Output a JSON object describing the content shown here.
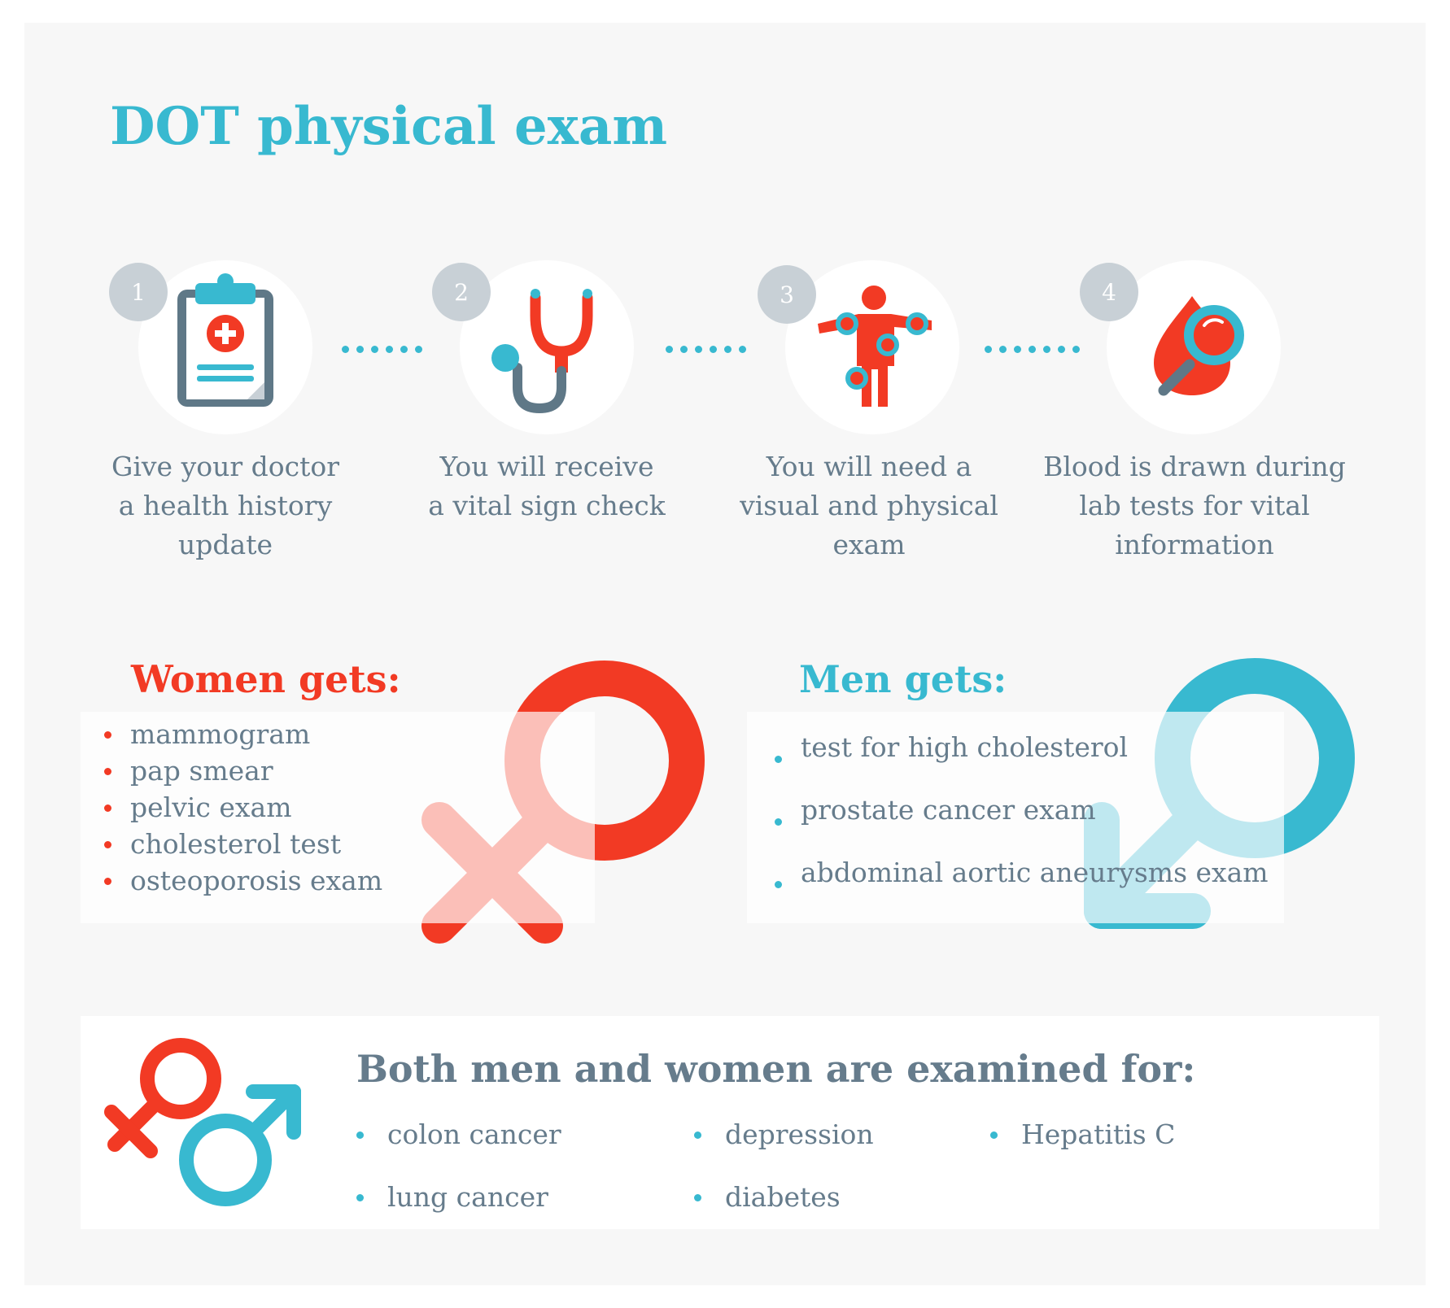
{
  "title": "DOT physical exam",
  "steps": [
    {
      "number": "1",
      "text_lines": [
        "Give your doctor",
        "a health history",
        "update"
      ],
      "icon": "clipboard-icon"
    },
    {
      "number": "2",
      "text_lines": [
        "You will receive",
        "a vital sign check"
      ],
      "icon": "stethoscope-icon"
    },
    {
      "number": "3",
      "text_lines": [
        "You will need a",
        "visual and physical",
        "exam"
      ],
      "icon": "body-exam-icon"
    },
    {
      "number": "4",
      "text_lines": [
        "Blood is drawn during",
        "lab tests for vital",
        "information"
      ],
      "icon": "blood-drop-magnifier-icon"
    }
  ],
  "women": {
    "heading": "Women gets:",
    "items": [
      "mammogram",
      "pap smear",
      "pelvic exam",
      "cholesterol test",
      "osteoporosis exam"
    ],
    "icon": "female-symbol-icon"
  },
  "men": {
    "heading": "Men gets:",
    "items": [
      "test for high cholesterol",
      "prostate cancer exam",
      "abdominal aortic aneurysms exam"
    ],
    "icon": "male-symbol-icon"
  },
  "both": {
    "heading": "Both men and women are examined for:",
    "items": [
      "colon cancer",
      "depression",
      "Hepatitis C",
      "lung cancer",
      "diabetes"
    ],
    "icon": "male-female-symbols-icon"
  },
  "colors": {
    "accent_blue": "#38b9d0",
    "accent_red": "#f23a24",
    "text_gray": "#667c8c",
    "icon_slate": "#5f7887",
    "badge_gray": "#c8d0d6",
    "background": "#f7f7f7"
  }
}
